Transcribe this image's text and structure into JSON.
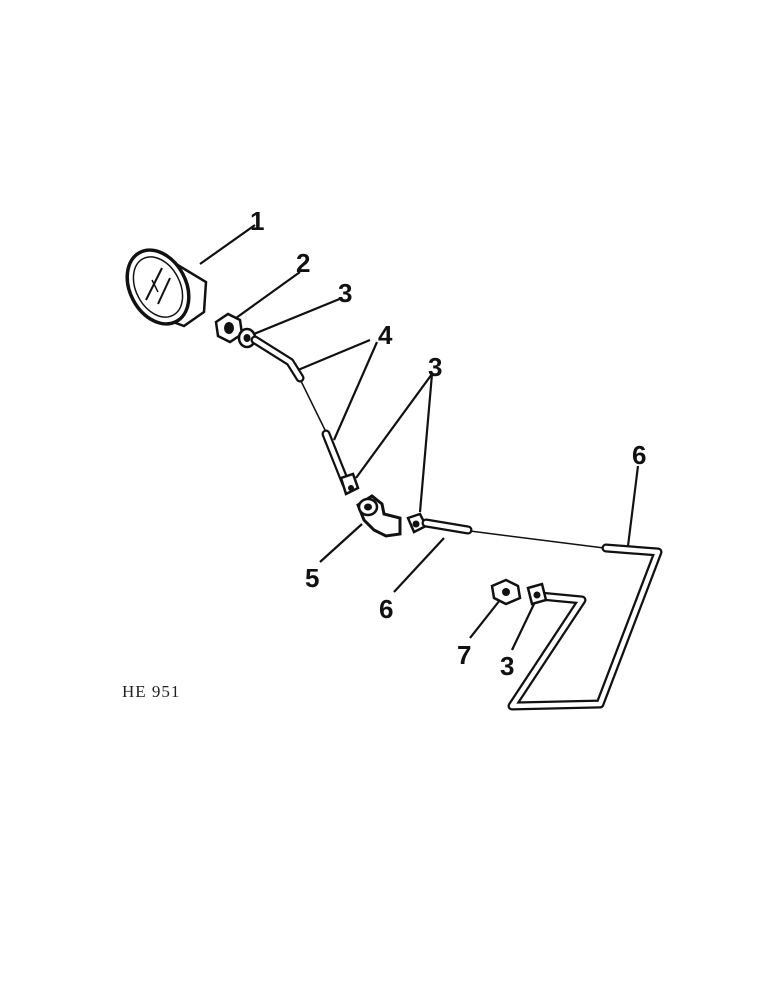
{
  "figure_code": "HE 951",
  "callouts": [
    {
      "id": "c1",
      "label": "1"
    },
    {
      "id": "c2",
      "label": "2"
    },
    {
      "id": "c3a",
      "label": "3"
    },
    {
      "id": "c4",
      "label": "4"
    },
    {
      "id": "c3b",
      "label": "3"
    },
    {
      "id": "c6a",
      "label": "6"
    },
    {
      "id": "c5",
      "label": "5"
    },
    {
      "id": "c6b",
      "label": "6"
    },
    {
      "id": "c7",
      "label": "7"
    },
    {
      "id": "c3c",
      "label": "3"
    }
  ],
  "colors": {
    "ink": "#111111",
    "background": "#ffffff"
  }
}
